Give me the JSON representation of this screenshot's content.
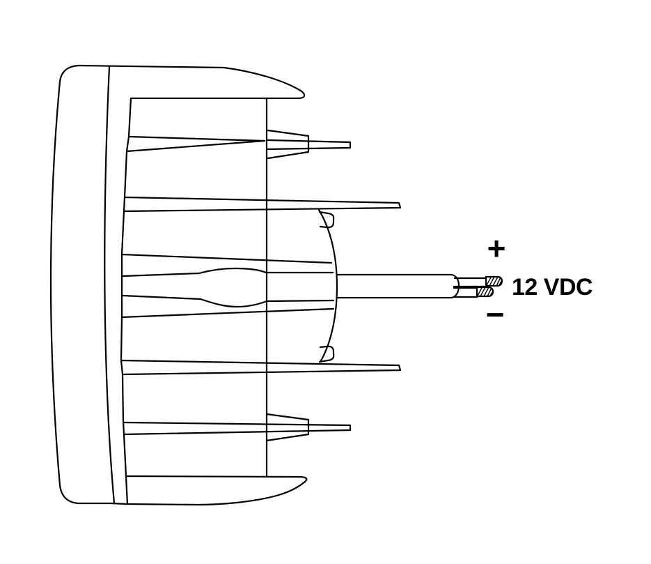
{
  "page": {
    "background_color": "#ffffff",
    "line_color": "#000000",
    "kind": "technical-line-drawing",
    "subject": "Side view of a round LED work light with heat-sink fins, rear dome housing and two-conductor power cable with stripped wire ends"
  },
  "labels": {
    "positive": "+",
    "voltage": "12 VDC",
    "negative": "−"
  }
}
